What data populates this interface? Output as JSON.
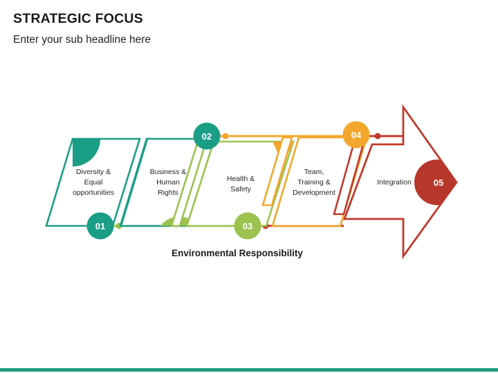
{
  "header": {
    "title": "STRATEGIC FOCUS",
    "subtitle": "Enter your sub headline here"
  },
  "diagram": {
    "type": "process-chevron-arrow",
    "caption": "Environmental Responsibility",
    "steps": [
      {
        "number": "01",
        "label_line1": "Diversity &",
        "label_line2": "Equal",
        "label_line3": "opportunities",
        "color": "#1a9e86",
        "marker_position": "bottom",
        "accent": "quarter-circle-top-left"
      },
      {
        "number": "02",
        "label_line1": "Business &",
        "label_line2": "Human",
        "label_line3": "Rights",
        "color": "#1a9e86",
        "marker_position": "top",
        "accent": "half-circle-bottom"
      },
      {
        "number": "03",
        "label_line1": "Health &",
        "label_line2": "Safety",
        "label_line3": "",
        "color": "#9cc24f",
        "marker_position": "bottom",
        "accent": "triangle-top"
      },
      {
        "number": "04",
        "label_line1": "Team,",
        "label_line2": "Training &",
        "label_line3": "Development",
        "color": "#f2a72c",
        "marker_position": "top",
        "accent": "none"
      },
      {
        "number": "05",
        "label_line1": "Integration",
        "label_line2": "",
        "label_line3": "",
        "color": "#c0392b",
        "marker_position": "arrow-tip",
        "accent": "arrow-head"
      }
    ],
    "colors": {
      "teal": "#1a9e86",
      "green": "#9cc24f",
      "orange": "#f2a72c",
      "red": "#c0392b",
      "dark_red": "#b8372b",
      "footer": "#259a81",
      "text": "#231f20"
    }
  }
}
